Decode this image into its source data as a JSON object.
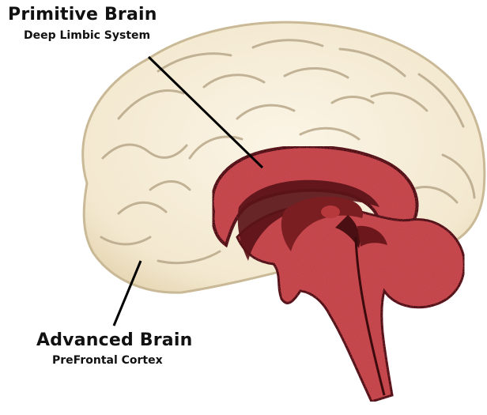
{
  "labels": {
    "primitive": {
      "title": "Primitive Brain",
      "subtitle": "Deep Limbic System"
    },
    "advanced": {
      "title": "Advanced Brain",
      "subtitle": "PreFrontal Cortex"
    }
  },
  "colors": {
    "cortex_fill": "#f5ecd5",
    "cortex_outline": "#c9b996",
    "gyri_lines": "#b9a88a",
    "limbic": "#c84a4d",
    "limbic_dark": "#5a1418",
    "leader_line": "#000000",
    "text": "#111111"
  }
}
